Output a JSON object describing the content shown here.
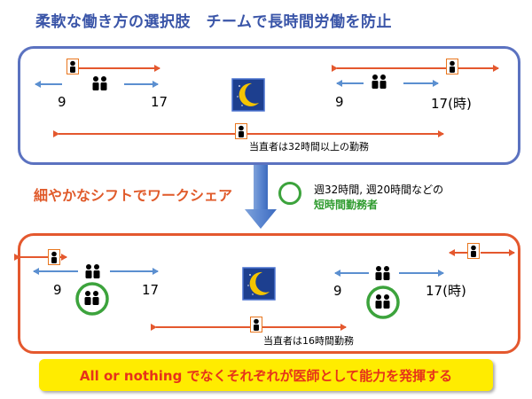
{
  "title": "柔軟な働き方の選択肢　チームで長時間労働を防止",
  "top_panel": {
    "left_start": "9",
    "left_end": "17",
    "right_start": "9",
    "right_end": "17(時)",
    "duty_text": "当直者は32時間以上の勤務"
  },
  "middle": {
    "title": "細やかなシフトでワークシェア",
    "legend_line1": "週32時間, 週20時間などの",
    "legend_line2": "短時間勤務者"
  },
  "bottom_panel": {
    "left_start": "9",
    "left_end": "17",
    "right_start": "9",
    "right_end": "17(時)",
    "duty_text": "当直者は16時間勤務"
  },
  "banner": {
    "text": "All or nothing でなくそれぞれが医師として能力を発揮する"
  },
  "colors": {
    "title_blue": "#3a55a8",
    "panel_blue": "#5b72c0",
    "panel_red": "#e4582e",
    "arrow_red": "#e4582e",
    "arrow_blue": "#5b8fd0",
    "ring_green": "#3ca33c",
    "banner_yellow": "#ffec00",
    "banner_text": "#e6331a",
    "moon_blue": "#1d3f8f",
    "moon_yellow": "#f5c400"
  },
  "icons": [
    "person-icon",
    "couple-icon",
    "moon-icon",
    "down-arrow-icon"
  ]
}
